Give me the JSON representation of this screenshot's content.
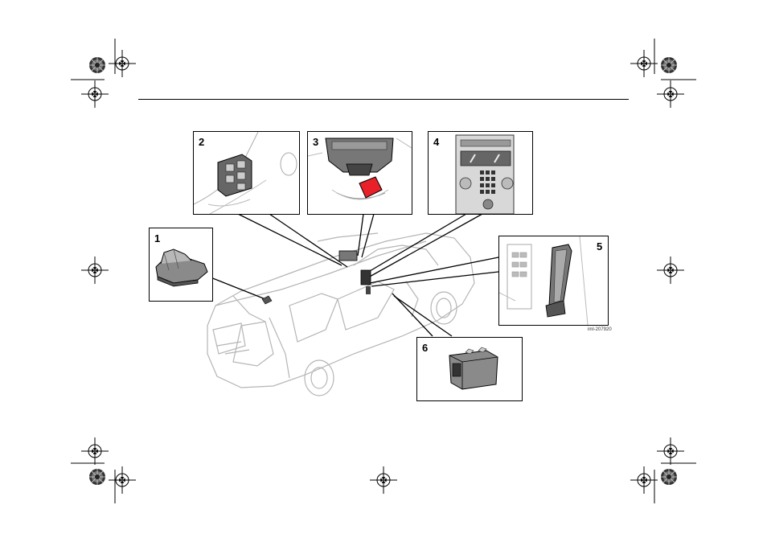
{
  "insets": [
    {
      "number": "1"
    },
    {
      "number": "2"
    },
    {
      "number": "3"
    },
    {
      "number": "4"
    },
    {
      "number": "5"
    },
    {
      "number": "6"
    }
  ],
  "image_code": "iml-207920",
  "colors": {
    "line": "#000000",
    "grey_light": "#d8d8d8",
    "grey_mid": "#9a9a9a",
    "grey_dark": "#555555",
    "accent_red": "#e8202a"
  }
}
